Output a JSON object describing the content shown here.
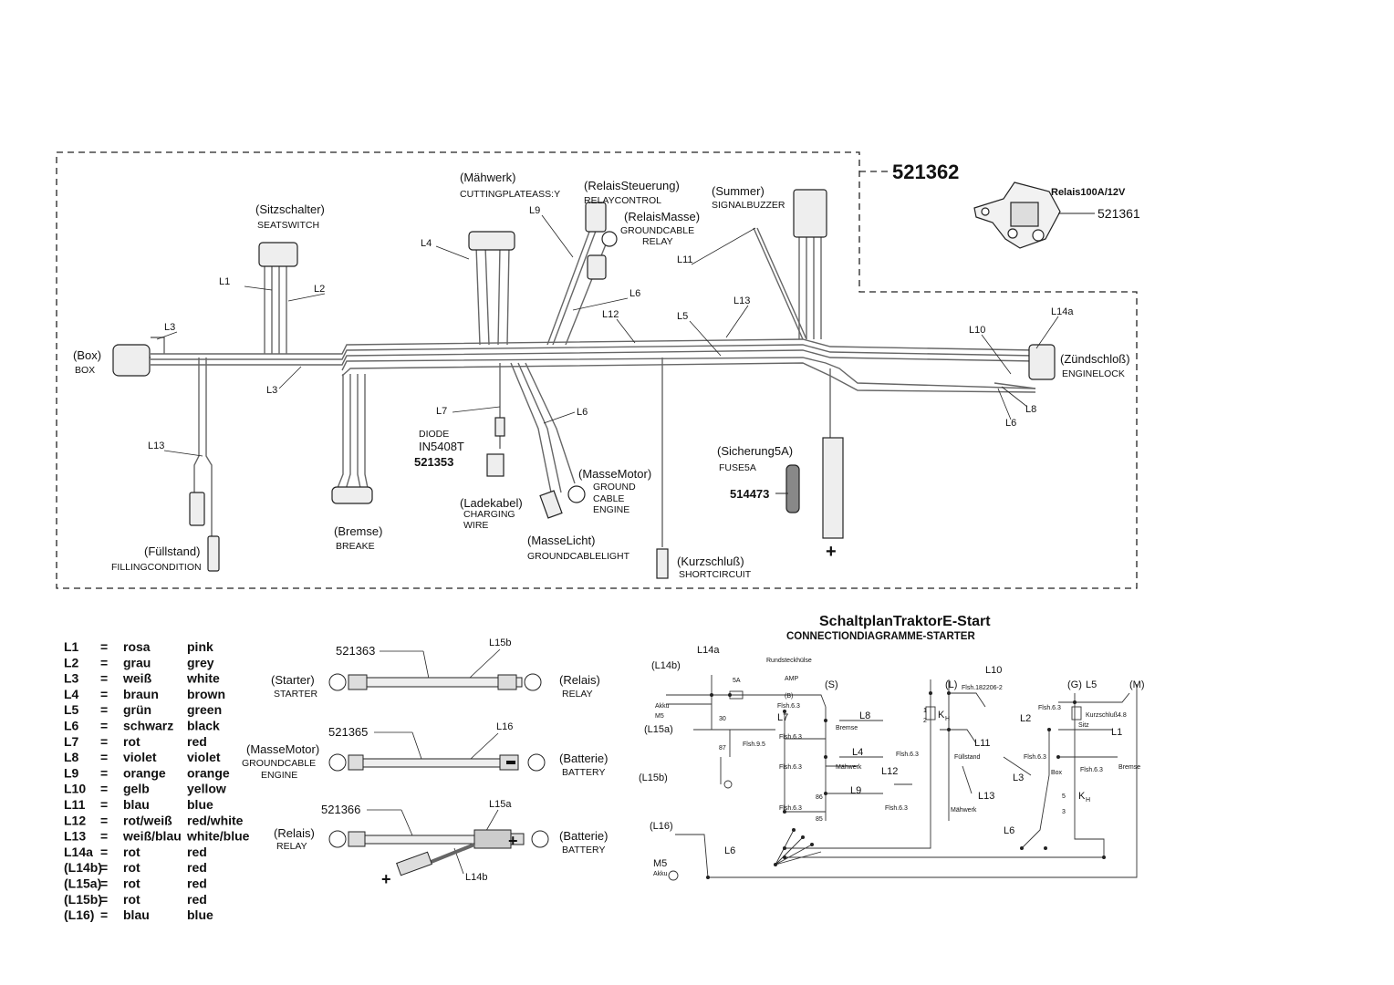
{
  "part_number_main": "521362",
  "relay": {
    "label": "Relais100A/12V",
    "part": "521361"
  },
  "harness": {
    "sitzschalter": {
      "de": "(Sitzschalter)",
      "en": "SEATSWITCH"
    },
    "maehwerk": {
      "de": "(Mähwerk)",
      "en": "CUTTINGPLATEASS:Y"
    },
    "relaissteuerung": {
      "de": "(RelaisSteuerung)",
      "en": "RELAYCONTROL"
    },
    "relaismasse": {
      "de": "(RelaisMasse)",
      "en1": "GROUNDCABLE",
      "en2": "RELAY"
    },
    "summer": {
      "de": "(Summer)",
      "en": "SIGNALBUZZER"
    },
    "box": {
      "de": "(Box)",
      "en": "BOX"
    },
    "zuendschloss": {
      "de": "(Zündschloß)",
      "en": "ENGINELOCK"
    },
    "bremse": {
      "de": "(Bremse)",
      "en": "BREAKE"
    },
    "fuellstand": {
      "de": "(Füllstand)",
      "en": "FILLINGCONDITION"
    },
    "diode": {
      "label": "DIODE",
      "type": "IN5408T",
      "part": "521353"
    },
    "ladekabel": {
      "de": "(Ladekabel)",
      "en1": "CHARGING",
      "en2": "WIRE"
    },
    "massemotor": {
      "de": "(MasseMotor)",
      "en1": "GROUND",
      "en2": "CABLE",
      "en3": "ENGINE"
    },
    "massulicht": {
      "de": "(MasseLicht)",
      "en": "GROUNDCABLELIGHT"
    },
    "kurzschluss": {
      "de": "(Kurzschluß)",
      "en": "SHORTCIRCUIT"
    },
    "sicherung": {
      "de": "(Sicherung5A)",
      "en": "FUSE5A",
      "part": "514473"
    },
    "wire_labels": [
      "L1",
      "L2",
      "L3",
      "L3",
      "L4",
      "L9",
      "L6",
      "L11",
      "L12",
      "L5",
      "L13",
      "L10",
      "L14a",
      "L7",
      "L6",
      "L13",
      "L8",
      "L6"
    ],
    "plus": "+"
  },
  "legend": [
    {
      "code": "L1",
      "eq": "=",
      "de": "rosa",
      "en": "pink"
    },
    {
      "code": "L2",
      "eq": "=",
      "de": "grau",
      "en": "grey"
    },
    {
      "code": "L3",
      "eq": "=",
      "de": "weiß",
      "en": "white"
    },
    {
      "code": "L4",
      "eq": "=",
      "de": "braun",
      "en": "brown"
    },
    {
      "code": "L5",
      "eq": "=",
      "de": "grün",
      "en": "green"
    },
    {
      "code": "L6",
      "eq": "=",
      "de": "schwarz",
      "en": "black"
    },
    {
      "code": "L7",
      "eq": "=",
      "de": "rot",
      "en": "red"
    },
    {
      "code": "L8",
      "eq": "=",
      "de": "violet",
      "en": "violet"
    },
    {
      "code": "L9",
      "eq": "=",
      "de": "orange",
      "en": "orange"
    },
    {
      "code": "L10",
      "eq": "=",
      "de": "gelb",
      "en": "yellow"
    },
    {
      "code": "L11",
      "eq": "=",
      "de": "blau",
      "en": "blue"
    },
    {
      "code": "L12",
      "eq": "=",
      "de": "rot/weiß",
      "en": "red/white"
    },
    {
      "code": "L13",
      "eq": "=",
      "de": "weiß/blau",
      "en": "white/blue"
    },
    {
      "code": "L14a",
      "eq": "=",
      "de": "rot",
      "en": "red"
    },
    {
      "code": "(L14b)",
      "eq": "=",
      "de": "rot",
      "en": "red"
    },
    {
      "code": "(L15a)",
      "eq": "=",
      "de": "rot",
      "en": "red"
    },
    {
      "code": "(L15b)",
      "eq": "=",
      "de": "rot",
      "en": "red"
    },
    {
      "code": "(L16)",
      "eq": "=",
      "de": "blau",
      "en": "blue"
    }
  ],
  "cables": [
    {
      "part": "521363",
      "wire": "L15b",
      "left_de": "(Starter)",
      "left_en": "STARTER",
      "right_de": "(Relais)",
      "right_en": "RELAY"
    },
    {
      "part": "521365",
      "wire": "L16",
      "left_de": "(MasseMotor)",
      "left_en1": "GROUNDCABLE",
      "left_en2": "ENGINE",
      "right_de": "(Batterie)",
      "right_en": "BATTERY"
    },
    {
      "part": "521366",
      "wire": "L15a",
      "wire2": "L14b",
      "left_de": "(Relais)",
      "left_en": "RELAY",
      "right_de": "(Batterie)",
      "right_en": "BATTERY"
    }
  ],
  "schematic": {
    "title": "SchaltplanTraktorE-Start",
    "subtitle": "CONNECTIONDIAGRAMME-STARTER",
    "labels": {
      "l14b": "(L14b)",
      "l14a": "L14a",
      "rundsteck": "Rundsteckhülse",
      "fivea": "5A",
      "amp": "AMP",
      "b": "(B)",
      "akku": "Akku",
      "m5": "M5",
      "l15a": "(L15a)",
      "l15b": "(L15b)",
      "l16": "(L16)",
      "l7": "L7",
      "s": "(S)",
      "l8": "L8",
      "bremse": "Bremse",
      "l4": "L4",
      "maehwerk": "Mähwerk",
      "l9": "L9",
      "l12": "L12",
      "l": "(L)",
      "l10": "L10",
      "flsh": "Flsh.182206-2",
      "l11": "L11",
      "fuellstand": "Füllstand",
      "l13": "L13",
      "g": "(G)",
      "l5": "L5",
      "m": "(M)",
      "l2": "L2",
      "kurzschluss": "Kurzschluß4.8",
      "sitz": "Sitz",
      "l1": "L1",
      "box": "Box",
      "bremse2": "Bremse",
      "l3": "L3",
      "kh": "K",
      "khsub": "H",
      "l6": "L6",
      "l6b": "L6",
      "n30": "30",
      "n87": "87",
      "n86": "86",
      "n85": "85",
      "flsh63": "Flsh.6.3",
      "flsh95": "Flsh.9.5",
      "n1": "1",
      "n2": "2",
      "n5": "5",
      "n3": "3",
      "m5b": "M5",
      "akkub": "Akku"
    }
  }
}
